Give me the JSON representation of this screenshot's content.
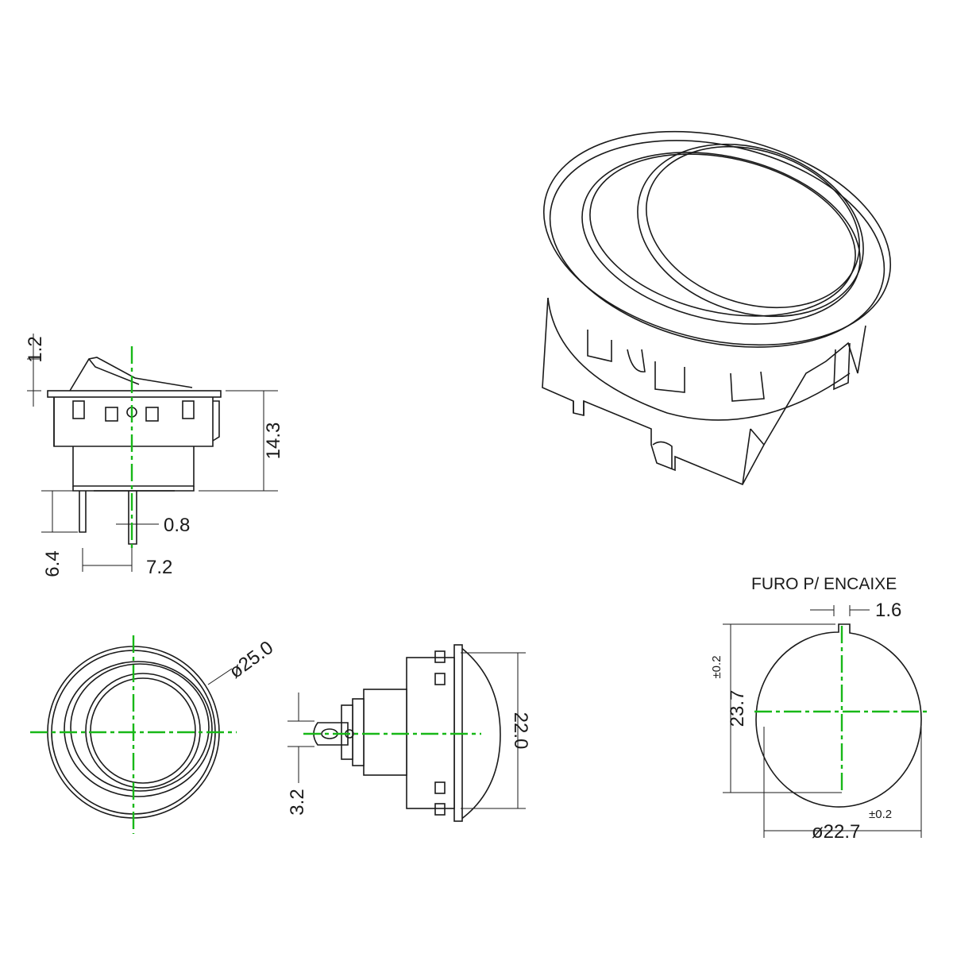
{
  "heading": "FURO P/ ENCAIXE",
  "dims": {
    "side_top": "1.2",
    "side_height": "14.3",
    "pin_width": "0.8",
    "pin_length": "6.4",
    "pin_spacing": "7.2",
    "front_dia": "ø25.0",
    "bezel_height": "22.0",
    "terminal_gap": "3.2",
    "notch_width": "1.6",
    "hole_height": "23.7",
    "hole_height_tol": "±0.2",
    "hole_dia": "ø22.7",
    "hole_dia_tol": "±0.2"
  },
  "colors": {
    "line": "#1a1a1a",
    "centerline": "#18b818"
  }
}
